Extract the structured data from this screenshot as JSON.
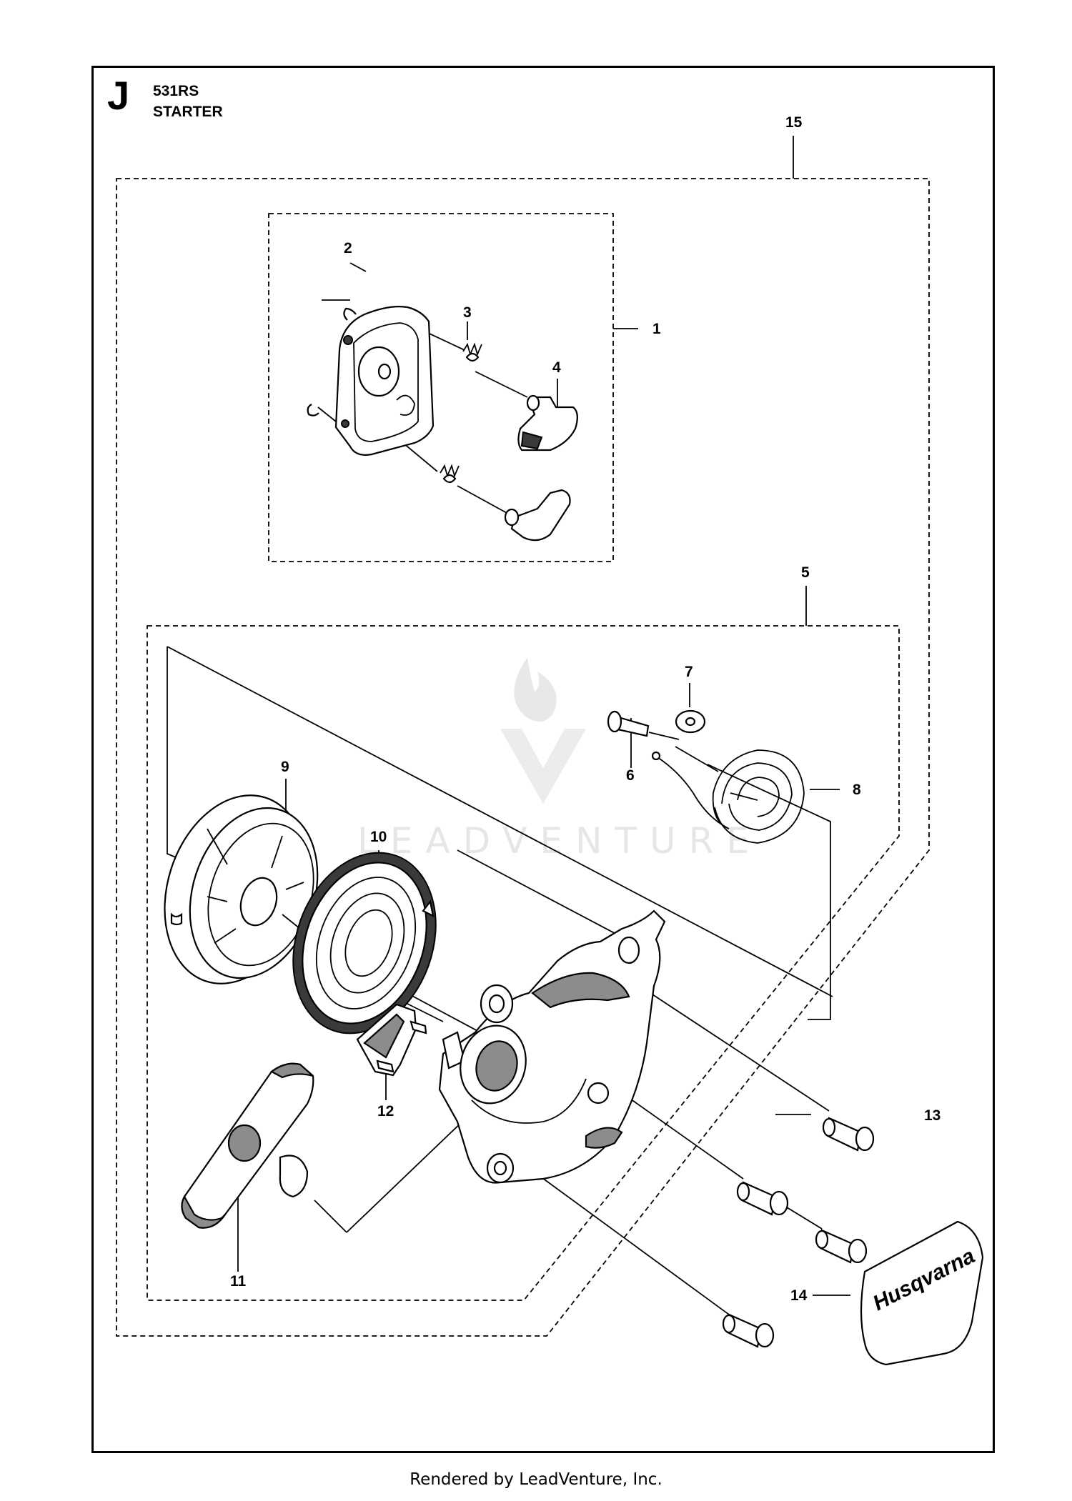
{
  "header": {
    "section_letter": "J",
    "model": "531RS",
    "title": "STARTER"
  },
  "callouts": [
    "1",
    "2",
    "3",
    "4",
    "5",
    "6",
    "7",
    "8",
    "9",
    "10",
    "11",
    "12",
    "13",
    "14",
    "15"
  ],
  "watermark": "LEADVENTURE",
  "decal_text": "Husqvarna",
  "footer": "Rendered by LeadVenture, Inc."
}
